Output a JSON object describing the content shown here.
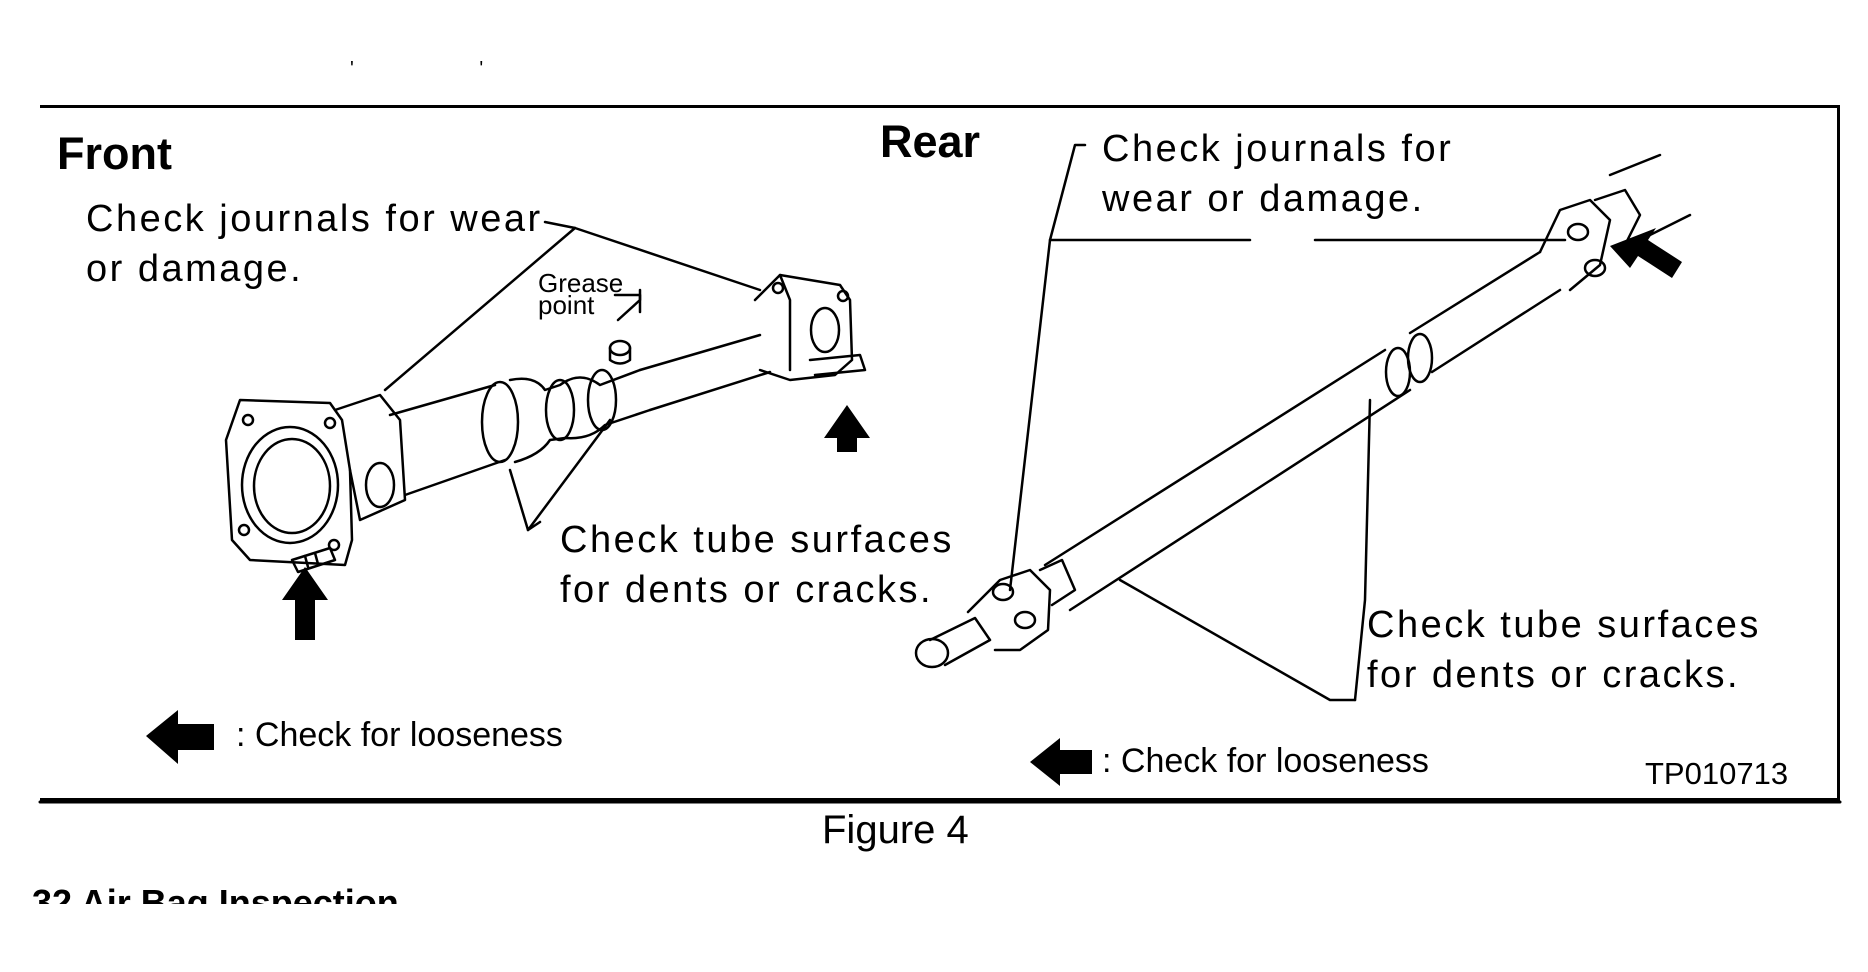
{
  "figure": {
    "front": {
      "title": "Front",
      "journals_note": "Check journals for wear\nor damage.",
      "grease_label": "Grease\npoint",
      "tube_note": "Check tube surfaces\nfor dents or cracks.",
      "legend": ": Check for looseness"
    },
    "rear": {
      "title": "Rear",
      "journals_note": "Check journals for\nwear or damage.",
      "tube_note": "Check tube surfaces\nfor dents or cracks.",
      "legend": ": Check for looseness"
    },
    "code": "TP010713",
    "caption": "Figure 4"
  },
  "next_section": {
    "heading": "32 Air Bag Inspection"
  }
}
